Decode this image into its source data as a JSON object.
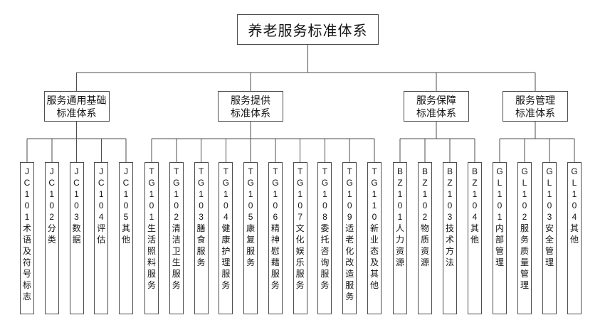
{
  "root": {
    "label": "养老服务标准体系"
  },
  "groups": [
    {
      "title_lines": [
        "服务通用基础",
        "标准体系"
      ],
      "children": [
        {
          "code": "JC101",
          "label": "术语及符号标志"
        },
        {
          "code": "JC102",
          "label": "分类"
        },
        {
          "code": "JC103",
          "label": "数据"
        },
        {
          "code": "JC104",
          "label": "评估"
        },
        {
          "code": "JC105",
          "label": "其他"
        }
      ]
    },
    {
      "title_lines": [
        "服务提供",
        "标准体系"
      ],
      "children": [
        {
          "code": "TG101",
          "label": "生活照料服务"
        },
        {
          "code": "TG102",
          "label": "清洁卫生服务"
        },
        {
          "code": "TG103",
          "label": "膳食服务"
        },
        {
          "code": "TG104",
          "label": "健康护理服务"
        },
        {
          "code": "TG105",
          "label": "康复服务"
        },
        {
          "code": "TG106",
          "label": "精神慰藉服务"
        },
        {
          "code": "TG107",
          "label": "文化娱乐服务"
        },
        {
          "code": "TG108",
          "label": "委托咨询服务"
        },
        {
          "code": "TG109",
          "label": "适老化改造服务"
        },
        {
          "code": "TG110",
          "label": "新业态及其他"
        }
      ]
    },
    {
      "title_lines": [
        "服务保障",
        "标准体系"
      ],
      "children": [
        {
          "code": "BZ101",
          "label": "人力资源"
        },
        {
          "code": "BZ102",
          "label": "物质资源"
        },
        {
          "code": "BZ103",
          "label": "技术方法"
        },
        {
          "code": "BZ104",
          "label": "其他"
        }
      ]
    },
    {
      "title_lines": [
        "服务管理",
        "标准体系"
      ],
      "children": [
        {
          "code": "GL101",
          "label": "内部管理"
        },
        {
          "code": "GL102",
          "label": "服务质量管理"
        },
        {
          "code": "GL103",
          "label": "安全管理"
        },
        {
          "code": "GL104",
          "label": "其他"
        }
      ]
    }
  ],
  "colors": {
    "line": "#4d4d4d",
    "text": "#141414",
    "background": "#ffffff"
  }
}
